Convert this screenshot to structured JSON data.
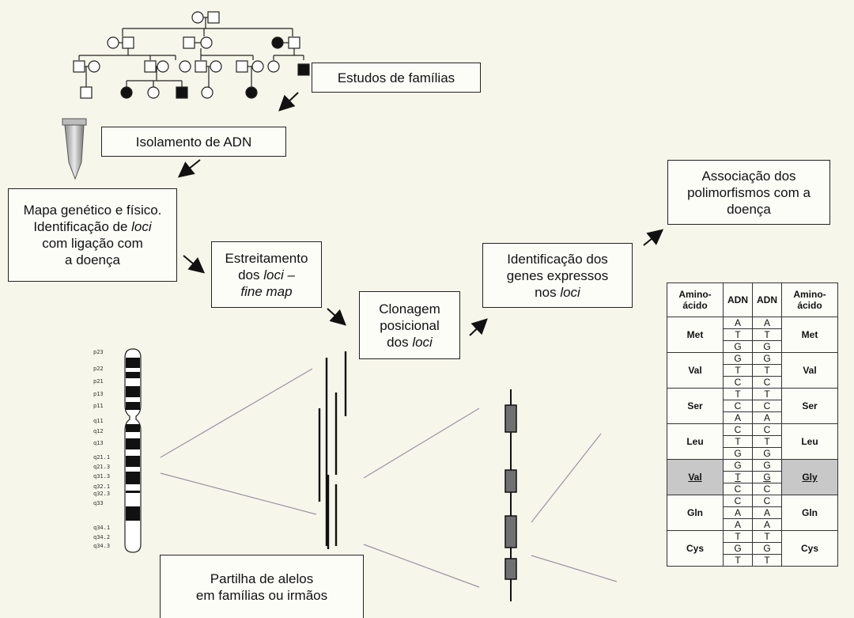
{
  "boxes": {
    "family_studies": "Estudos de famílias",
    "dna_isolation": "Isolamento de ADN",
    "genetic_map": {
      "line1": "Mapa genético e físico.",
      "line2_pre": "Identificação de ",
      "line2_it": "loci",
      "line3": "com ligação com",
      "line4": "a doença"
    },
    "narrowing": {
      "line1": "Estreitamento",
      "line2_pre": "dos ",
      "line2_it": "loci",
      "line2_post": " –",
      "line3_it": "fine map"
    },
    "positional_cloning": {
      "line1": "Clonagem",
      "line2": "posicional",
      "line3_pre": "dos ",
      "line3_it": "loci"
    },
    "expressed_genes": {
      "line1": "Identificação dos",
      "line2": "genes expressos",
      "line3_pre": "nos ",
      "line3_it": "loci"
    },
    "association": {
      "line1": "Associação dos",
      "line2": "polimorfismos com a",
      "line3": "doença"
    },
    "allele_sharing": {
      "line1": "Partilha de alelos",
      "line2": "em famílias ou irmãos"
    }
  },
  "chromosome_bands": [
    "p23",
    "p22",
    "p21",
    "p13",
    "p11",
    "q11",
    "q12",
    "q13",
    "q21.1",
    "q21.3",
    "q31.3",
    "q32.1",
    "q32.3",
    "q33",
    "q34.1",
    "q34.2",
    "q34.3"
  ],
  "codon_table": {
    "headers": {
      "aa_left": "Amino-ácido",
      "dna1": "ADN",
      "dna2": "ADN",
      "aa_right": "Amino-ácido"
    },
    "rows": [
      {
        "aa_left": "Met",
        "dna1": [
          "A",
          "T",
          "G"
        ],
        "dna2": [
          "A",
          "T",
          "G"
        ],
        "aa_right": "Met"
      },
      {
        "aa_left": "Val",
        "dna1": [
          "G",
          "T",
          "C"
        ],
        "dna2": [
          "G",
          "T",
          "C"
        ],
        "aa_right": "Val"
      },
      {
        "aa_left": "Ser",
        "dna1": [
          "T",
          "C",
          "A"
        ],
        "dna2": [
          "T",
          "C",
          "A"
        ],
        "aa_right": "Ser"
      },
      {
        "aa_left": "Leu",
        "dna1": [
          "C",
          "T",
          "G"
        ],
        "dna2": [
          "C",
          "T",
          "G"
        ],
        "aa_right": "Leu"
      },
      {
        "aa_left": "Val",
        "dna1": [
          "G",
          "T",
          "C"
        ],
        "dna2": [
          "G",
          "G",
          "C"
        ],
        "aa_right": "Gly",
        "highlight": true
      },
      {
        "aa_left": "Gln",
        "dna1": [
          "C",
          "A",
          "A"
        ],
        "dna2": [
          "C",
          "A",
          "A"
        ],
        "aa_right": "Gln"
      },
      {
        "aa_left": "Cys",
        "dna1": [
          "T",
          "G",
          "T"
        ],
        "dna2": [
          "T",
          "G",
          "T"
        ],
        "aa_right": "Cys"
      }
    ]
  }
}
